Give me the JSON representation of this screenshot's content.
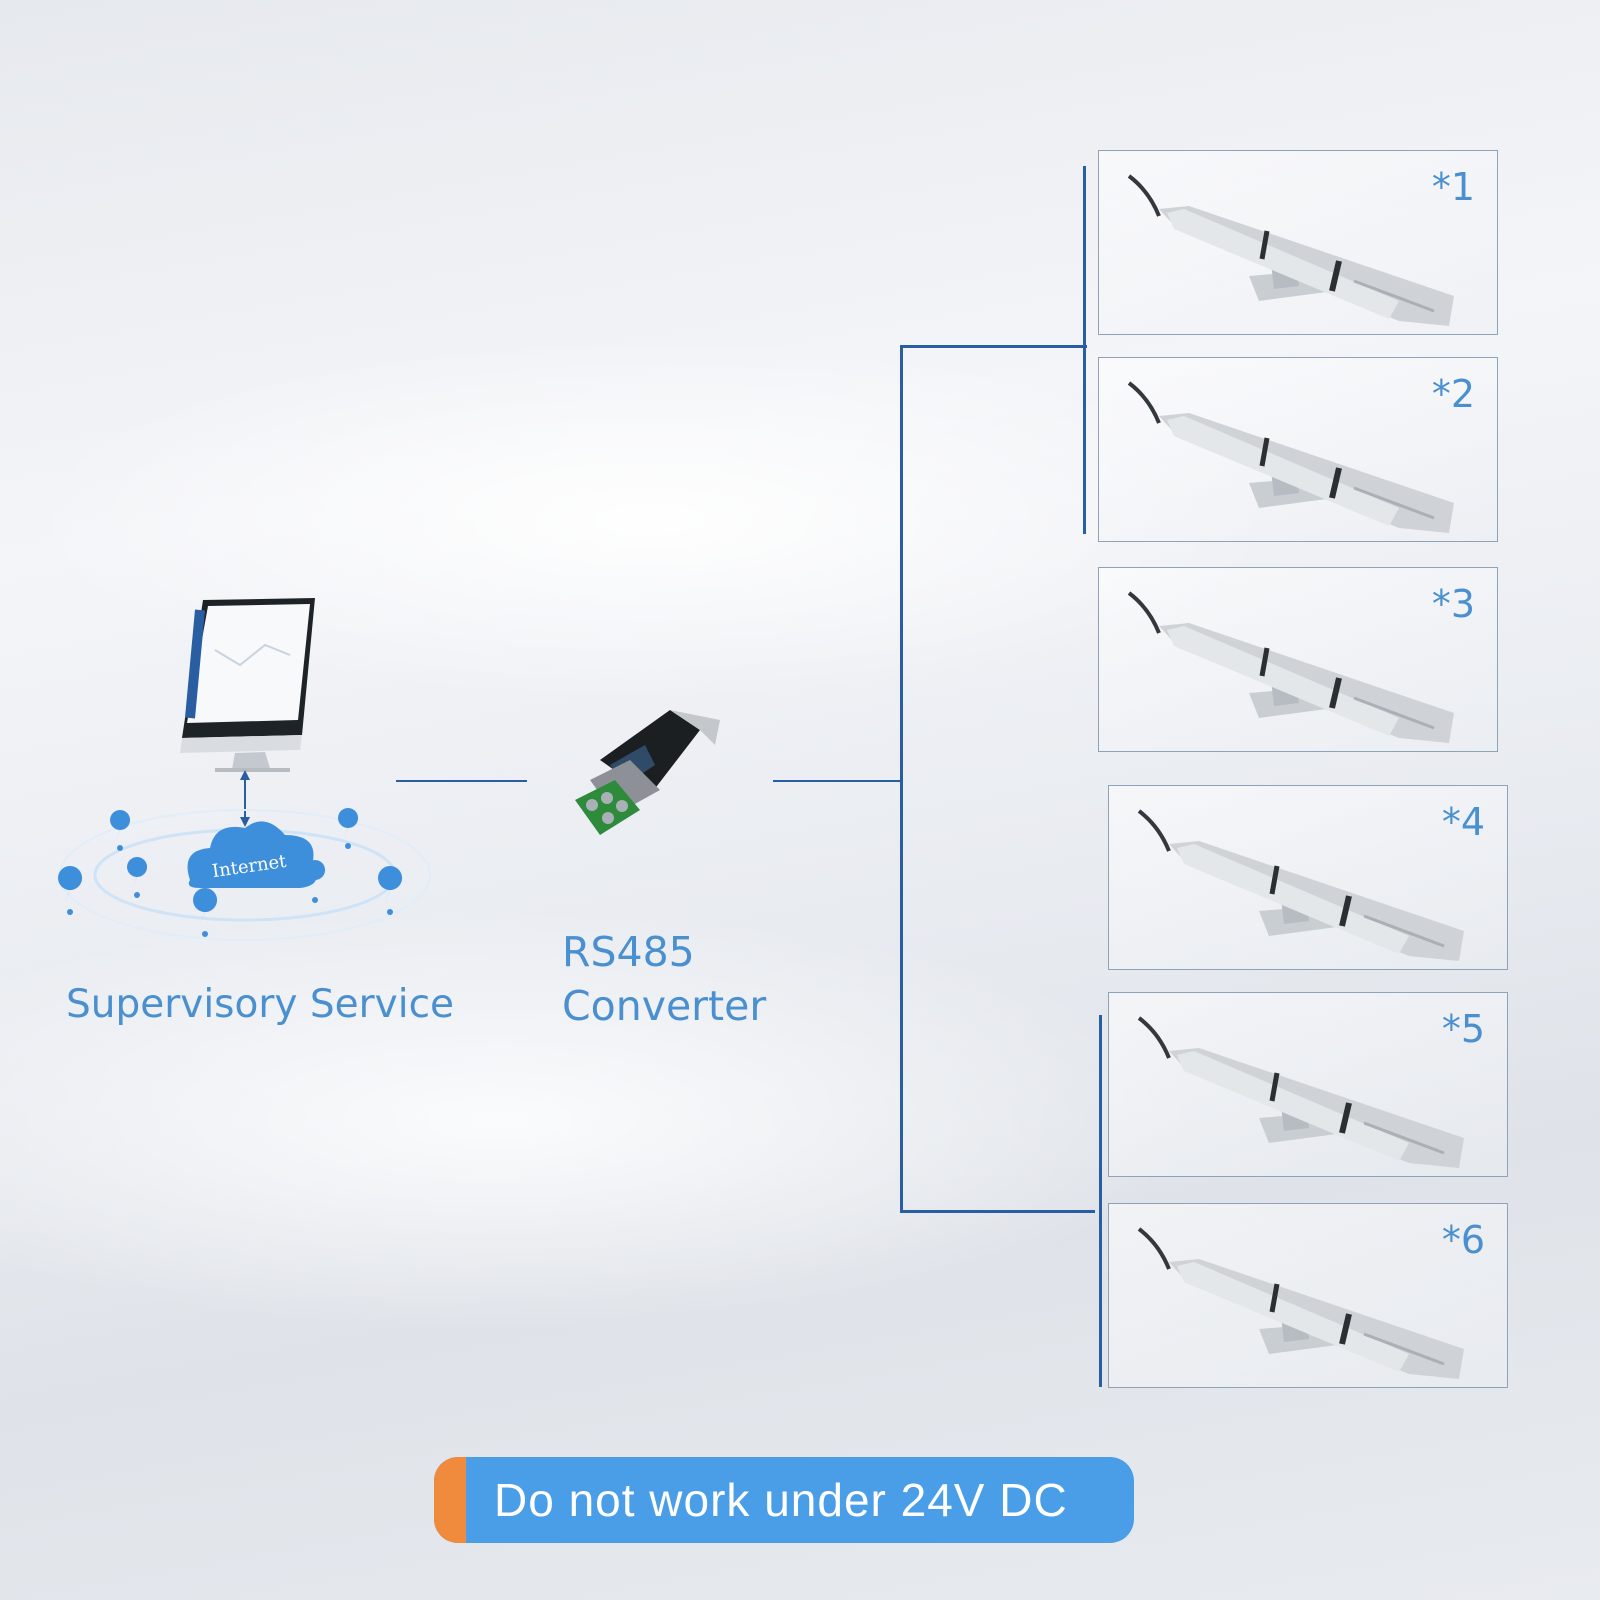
{
  "supervisory": {
    "label": "Supervisory Service",
    "cloud_text": "Internet"
  },
  "converter": {
    "line1": "RS485",
    "line2": "Converter"
  },
  "sensors": [
    {
      "label": "*1"
    },
    {
      "label": "*2"
    },
    {
      "label": "*3"
    },
    {
      "label": "*4"
    },
    {
      "label": "*5"
    },
    {
      "label": "*6"
    }
  ],
  "notice": {
    "text": "Do not work under 24V DC"
  },
  "colors": {
    "accent_blue": "#4a90d0",
    "wire": "#2a5ea2",
    "pill_blue": "#4a9ee8",
    "pill_orange": "#f08a3c"
  }
}
